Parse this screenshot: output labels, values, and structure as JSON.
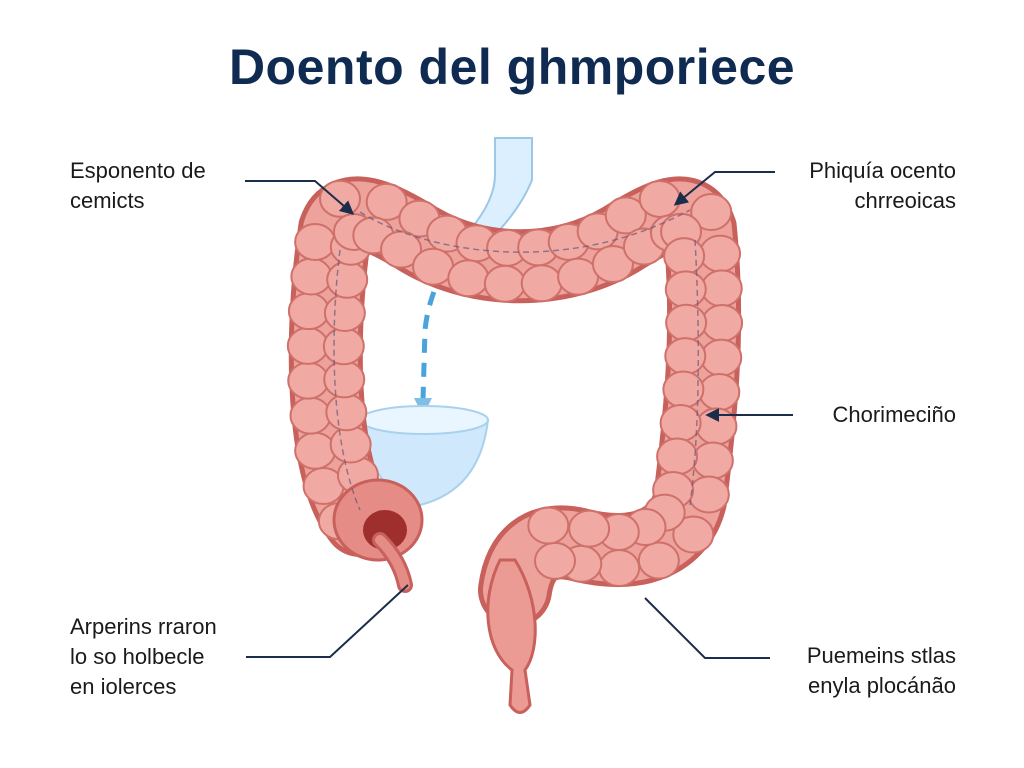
{
  "title": "Doento del ghmporiece",
  "labels": {
    "top_left": [
      "Esponento de",
      "cemicts"
    ],
    "top_right": [
      "Phiquía ocento",
      "chrreoicas"
    ],
    "middle_right": [
      "Chorimeciño"
    ],
    "bottom_left": [
      "Arperins rraron",
      "lo so holbecle",
      "en iolerces"
    ],
    "bottom_right": [
      "Puemeins stlas",
      "enyla plocánão"
    ]
  },
  "colors": {
    "title": "#0f2b52",
    "colon": "#eda29b",
    "colon_shadow": "#c8605b",
    "leader_line": "#1b2d4a",
    "fluid": "#4aa3dc"
  }
}
